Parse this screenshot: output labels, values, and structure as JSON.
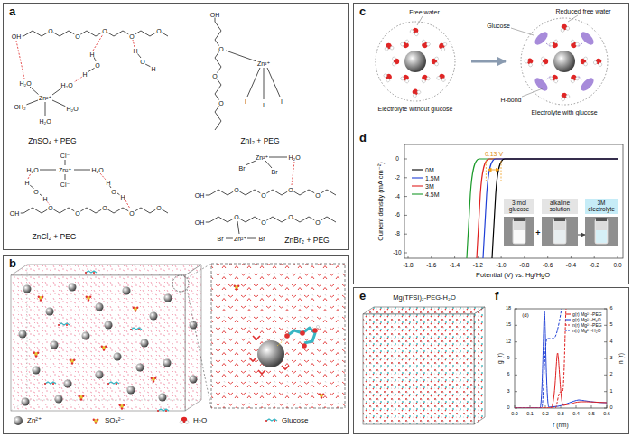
{
  "diagram": {
    "nodes": [
      {
        "text": [
          "a"
        ]
      },
      {
        "text": [
          "b"
        ]
      },
      {
        "text": [
          "c",
          "d"
        ]
      },
      {
        "text": [
          "e",
          "f"
        ]
      },
      {
        "text": [
          "Electrolyte without glucose"
        ],
        "in": 2
      },
      {
        "text": [
          "Electrolyte with glucose"
        ],
        "in": 2
      },
      {
        "text": [
          "3 mol glucose"
        ],
        "in": 2
      },
      {
        "text": [
          "alkaline solution"
        ],
        "in": 2
      },
      {
        "text": [
          "3M electrolyte"
        ],
        "in": 2
      }
    ],
    "edges": [
      {
        "from": 4,
        "to": 5,
        "arrow": "to"
      },
      {
        "from": 7,
        "to": 8,
        "arrow": "to"
      }
    ],
    "labels": [
      "OH",
      "O",
      "O",
      "O",
      "O",
      "O",
      "Zn²⁺",
      "H₂O",
      "H₂O",
      "OH₂",
      "H₂O",
      "H₂O",
      "H",
      "O",
      "H",
      "H",
      "O",
      "H",
      "ZnSO₄ + PEG",
      "OH",
      "O",
      "O",
      "O",
      "Zn²⁺",
      "I",
      "I",
      "I",
      "ZnI₂ + PEG",
      "Cl⁻",
      "H₂O",
      "Zn²⁺",
      "H₂O",
      "Cl⁻",
      "OH",
      "O",
      "O",
      "O",
      "O",
      "O",
      "H",
      "O",
      "H",
      "H",
      "O",
      "H",
      "ZnCl₂ + PEG",
      "Br",
      "Zn²⁺",
      "H₂O",
      "Br",
      "OH",
      "O",
      "O",
      "O",
      "O",
      "OH",
      "O",
      "O",
      "O",
      "O",
      "Br",
      "Zn²⁺",
      "Br",
      "ZnBr₂ + PEG",
      "Free water",
      "Glucose",
      "Reduced free water",
      "H-bond",
      "0.13 V",
      "Current density (mA cm⁻²)",
      "Potential (V) vs. Hg/HgO",
      "-1.8",
      "-1.6",
      "-1.4",
      "-1.2",
      "-1.0",
      "-0.8",
      "-0.6",
      "-0.4",
      "-0.2",
      "0.0",
      "0",
      "-2",
      "-4",
      "-6",
      "-8",
      "-10",
      "+",
      "Mg(TFSI)₂-PEG-H₂O",
      "(d)",
      "g (r)",
      "n (r)",
      "r (nm)",
      "0.0",
      "0.1",
      "0.2",
      "0.3",
      "0.4",
      "0.5",
      "0.6",
      "0",
      "3",
      "6",
      "9",
      "12",
      "15",
      "18",
      "0",
      "1",
      "2",
      "3",
      "4",
      "5",
      "6"
    ],
    "legend": [
      {
        "text": "Zn²⁺"
      },
      {
        "text": "SO₄²⁻"
      },
      {
        "text": "H₂O"
      },
      {
        "text": "Glucose"
      },
      {
        "text": "0M"
      },
      {
        "text": "1.5M"
      },
      {
        "text": "3M"
      },
      {
        "text": "4.5M"
      },
      {
        "text": "g(r) Mg²⁺-PEG"
      },
      {
        "text": "g(r) Mg²⁺-H₂O"
      },
      {
        "text": "n(r) Mg²⁺-PEG"
      },
      {
        "text": "n(r) Mg²⁺-H₂O"
      }
    ]
  }
}
